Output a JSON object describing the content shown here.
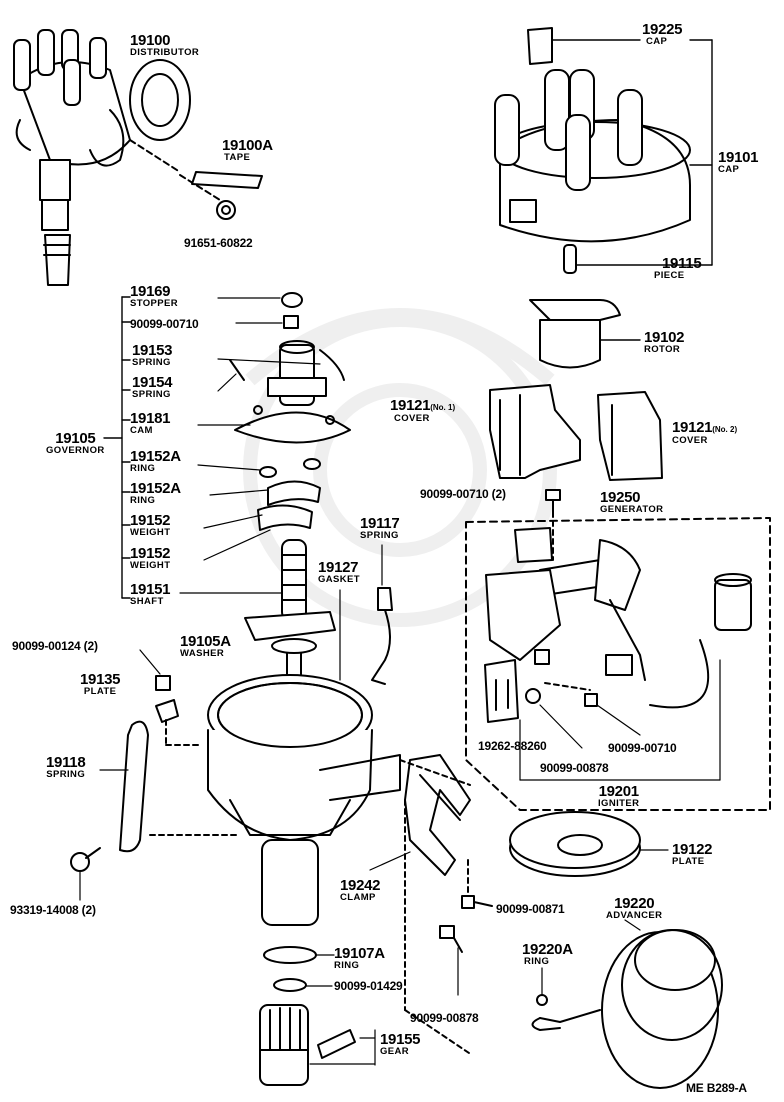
{
  "labels": {
    "distributor": {
      "num": "19100",
      "name": "DISTRIBUTOR"
    },
    "tape": {
      "num": "19100A",
      "name": "TAPE"
    },
    "bolt_91651": {
      "num": "91651-60822"
    },
    "cap_19225": {
      "num": "19225",
      "name": "CAP"
    },
    "cap_19101": {
      "num": "19101",
      "name": "CAP"
    },
    "piece": {
      "num": "19115",
      "name": "PIECE"
    },
    "rotor": {
      "num": "19102",
      "name": "ROTOR"
    },
    "stopper": {
      "num": "19169",
      "name": "STOPPER"
    },
    "bolt_90099_00710_top": {
      "num": "90099-00710"
    },
    "spring_19153": {
      "num": "19153",
      "name": "SPRING"
    },
    "spring_19154": {
      "num": "19154",
      "name": "SPRING"
    },
    "cam": {
      "num": "19181",
      "name": "CAM"
    },
    "governor": {
      "num": "19105",
      "name": "GOVERNOR"
    },
    "ring_19152a_1": {
      "num": "19152A",
      "name": "RING"
    },
    "ring_19152a_2": {
      "num": "19152A",
      "name": "RING"
    },
    "weight_1": {
      "num": "19152",
      "name": "WEIGHT"
    },
    "weight_2": {
      "num": "19152",
      "name": "WEIGHT"
    },
    "shaft": {
      "num": "19151",
      "name": "SHAFT"
    },
    "cover_no1": {
      "num": "19121",
      "sub": "(No. 1)",
      "name": "COVER"
    },
    "cover_no2": {
      "num": "19121",
      "sub": "(No. 2)",
      "name": "COVER"
    },
    "bolt_90099_00710_2": {
      "num": "90099-00710 (2)"
    },
    "generator": {
      "num": "19250",
      "name": "GENERATOR"
    },
    "spring_19117": {
      "num": "19117",
      "name": "SPRING"
    },
    "gasket": {
      "num": "19127",
      "name": "GASKET"
    },
    "bolt_90099_00124": {
      "num": "90099-00124 (2)"
    },
    "washer": {
      "num": "19105A",
      "name": "WASHER"
    },
    "plate_19135": {
      "num": "19135",
      "name": "PLATE"
    },
    "spring_19118": {
      "num": "19118",
      "name": "SPRING"
    },
    "part_19262": {
      "num": "19262-88260"
    },
    "bolt_90099_00710_b": {
      "num": "90099-00710"
    },
    "bolt_90099_00878_a": {
      "num": "90099-00878"
    },
    "igniter": {
      "num": "19201",
      "name": "IGNITER"
    },
    "plate_19122": {
      "num": "19122",
      "name": "PLATE"
    },
    "clamp": {
      "num": "19242",
      "name": "CLAMP"
    },
    "screw_93319": {
      "num": "93319-14008 (2)"
    },
    "bolt_90099_00871": {
      "num": "90099-00871"
    },
    "advancer": {
      "num": "19220",
      "name": "ADVANCER"
    },
    "ring_19220a": {
      "num": "19220A",
      "name": "RING"
    },
    "ring_19107a": {
      "num": "19107A",
      "name": "RING"
    },
    "part_90099_01429": {
      "num": "90099-01429"
    },
    "bolt_90099_00878_b": {
      "num": "90099-00878"
    },
    "gear": {
      "num": "19155",
      "name": "GEAR"
    },
    "drawing_code": {
      "num": "ME  B289-A"
    }
  },
  "colors": {
    "ink": "#000000",
    "paper": "#ffffff",
    "watermark": "#efefef"
  }
}
